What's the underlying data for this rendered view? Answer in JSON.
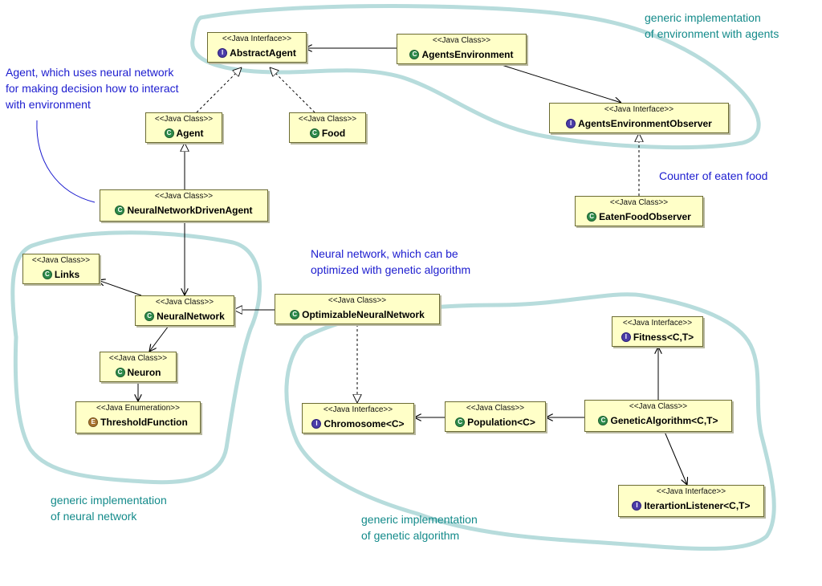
{
  "colors": {
    "box_fill": "#ffffc8",
    "cluster_outline": "#b7dcdc",
    "note_blue": "#1c1ccf",
    "note_teal": "#138a8a",
    "class_icon": "#2e8b4a",
    "interface_icon": "#4b3ca8",
    "enum_icon": "#a8742e"
  },
  "icons": {
    "class": "C",
    "interface": "I",
    "enum": "E"
  },
  "boxes": {
    "abstract_agent": {
      "stereotype": "<<Java Interface>>",
      "name": "AbstractAgent",
      "icon": "interface-icon"
    },
    "agents_environment": {
      "stereotype": "<<Java Class>>",
      "name": "AgentsEnvironment",
      "icon": "class-icon"
    },
    "agent": {
      "stereotype": "<<Java Class>>",
      "name": "Agent",
      "icon": "class-icon"
    },
    "food": {
      "stereotype": "<<Java Class>>",
      "name": "Food",
      "icon": "class-icon"
    },
    "agents_environment_observer": {
      "stereotype": "<<Java Interface>>",
      "name": "AgentsEnvironmentObserver",
      "icon": "interface-icon"
    },
    "eaten_food_observer": {
      "stereotype": "<<Java Class>>",
      "name": "EatenFoodObserver",
      "icon": "class-icon"
    },
    "neural_network_driven_agent": {
      "stereotype": "<<Java Class>>",
      "name": "NeuralNetworkDrivenAgent",
      "icon": "class-icon"
    },
    "links": {
      "stereotype": "<<Java Class>>",
      "name": "Links",
      "icon": "class-icon"
    },
    "neural_network": {
      "stereotype": "<<Java Class>>",
      "name": "NeuralNetwork",
      "icon": "class-icon"
    },
    "optimizable_neural_network": {
      "stereotype": "<<Java Class>>",
      "name": "OptimizableNeuralNetwork",
      "icon": "class-icon"
    },
    "neuron": {
      "stereotype": "<<Java Class>>",
      "name": "Neuron",
      "icon": "class-icon"
    },
    "threshold_function": {
      "stereotype": "<<Java Enumeration>>",
      "name": "ThresholdFunction",
      "icon": "enum-icon"
    },
    "fitness": {
      "stereotype": "<<Java Interface>>",
      "name": "Fitness<C,T>",
      "icon": "interface-icon"
    },
    "chromosome": {
      "stereotype": "<<Java Interface>>",
      "name": "Chromosome<C>",
      "icon": "interface-icon"
    },
    "population": {
      "stereotype": "<<Java Class>>",
      "name": "Population<C>",
      "icon": "class-icon"
    },
    "genetic_algorithm": {
      "stereotype": "<<Java Class>>",
      "name": "GeneticAlgorithm<C,T>",
      "icon": "class-icon"
    },
    "iteration_listener": {
      "stereotype": "<<Java Interface>>",
      "name": "IterartionListener<C,T>",
      "icon": "interface-icon"
    }
  },
  "notes": {
    "env_impl": [
      "generic implementation",
      "of environment with agents"
    ],
    "agent_note": [
      "Agent, which uses neural network",
      "for making decision how to interact",
      "with environment"
    ],
    "food_counter": [
      "Counter of eaten food"
    ],
    "nn_optimized": [
      "Neural network, which can be",
      "optimized with genetic algorithm"
    ],
    "nn_impl": [
      "generic implementation",
      "of neural network"
    ],
    "ga_impl": [
      "generic implementation",
      "of genetic algorithm"
    ]
  }
}
